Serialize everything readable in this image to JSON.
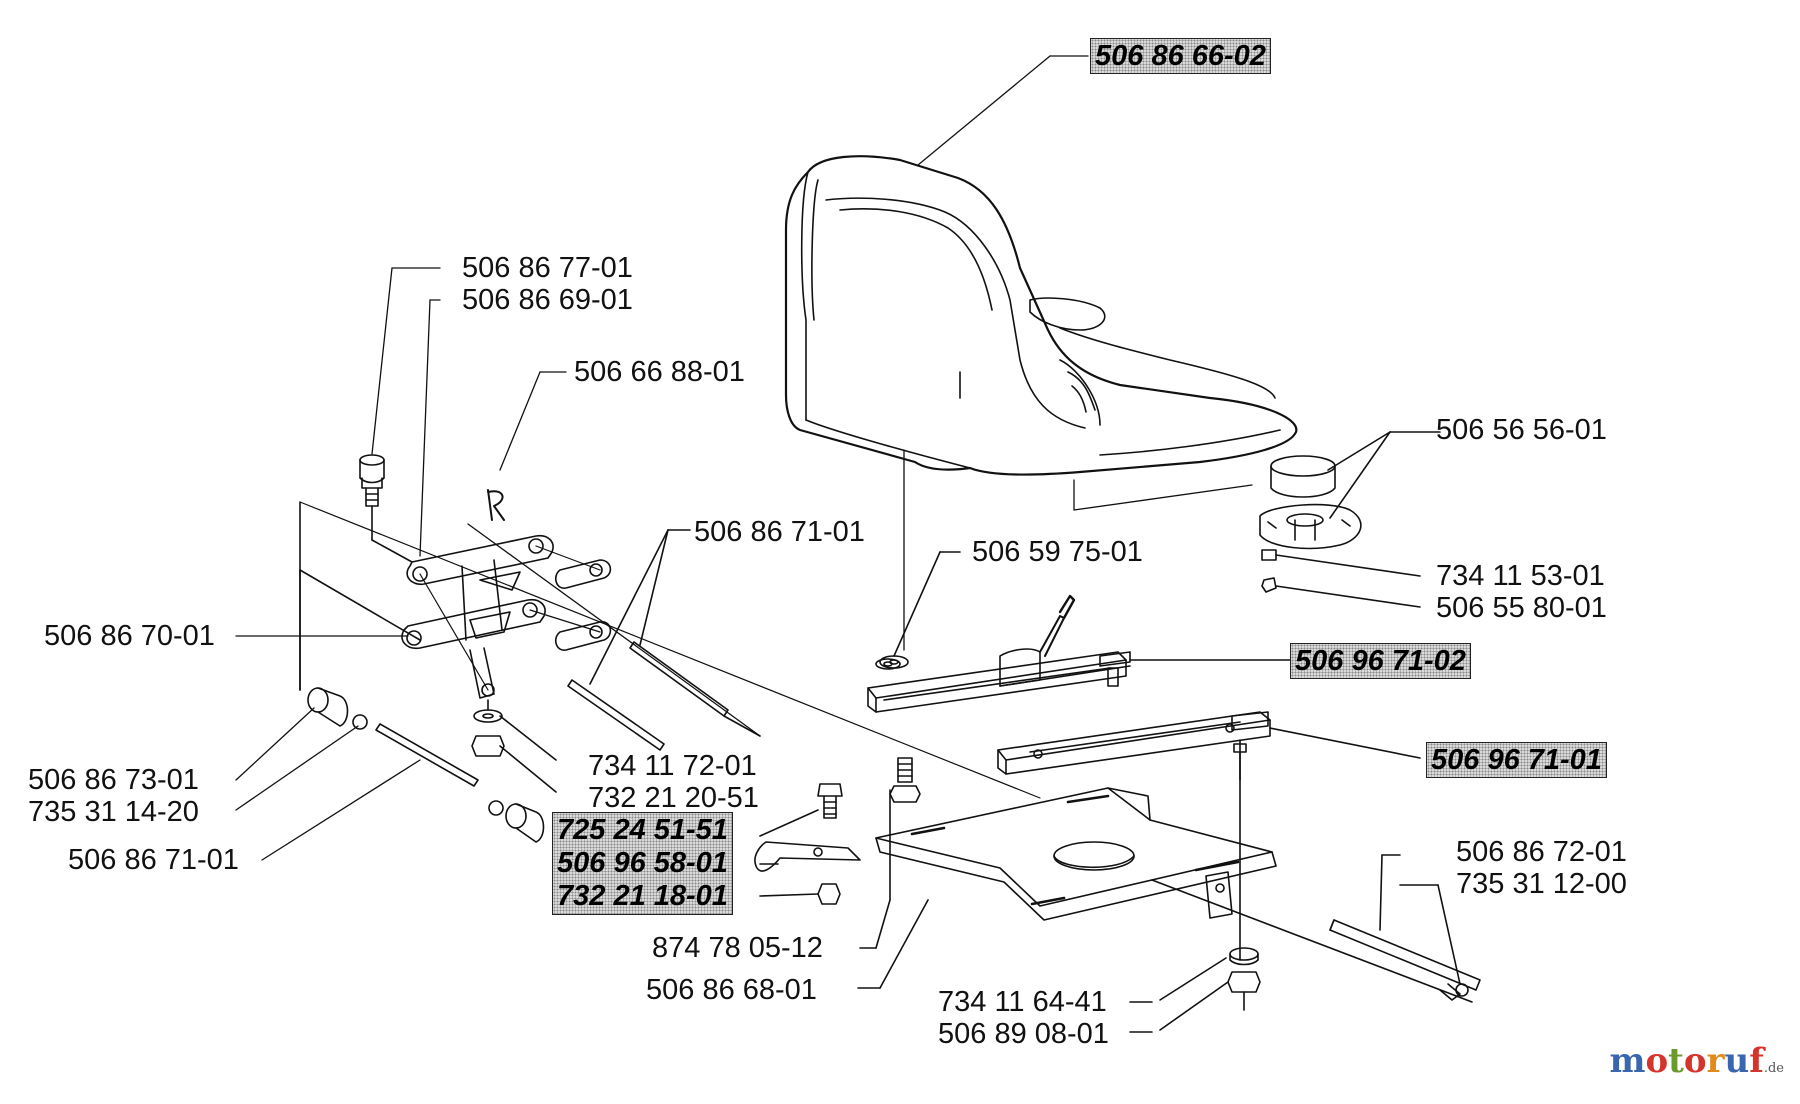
{
  "diagram": {
    "parts": {
      "seat": "506 86 66-02",
      "knob_bolt": "506 86 77-01",
      "knob_sleeve": "506 86 69-01",
      "r_mark_part": "506 66 88-01",
      "shaft_upper": "506 86 71-01",
      "link_arm": "506 86 70-01",
      "spacer": "506 86 73-01",
      "circlip": "735 31 14-20",
      "shaft_lower": "506 86 71-01",
      "washer": "734 11 72-01",
      "nut": "732 21 20-51",
      "screw": "725 24 51-51",
      "latch": "506 96 58-01",
      "locknut": "732 21 18-01",
      "bolt": "874 78 05-12",
      "seat_plate": "506 86 68-01",
      "rubber_cup": "506 56 56-01",
      "damper_washer": "734 11 53-01",
      "damper_nut": "506 55 80-01",
      "washer_top": "506 59 75-01",
      "slide_rail_lever": "506 96 71-02",
      "slide_rail": "506 96 71-01",
      "pivot_pin": "506 86 72-01",
      "pin_clip": "735 31 12-00",
      "plate_washer": "734 11 64-41",
      "plate_nut": "506 89 08-01"
    },
    "r_mark": "R"
  },
  "watermark": {
    "text": "motoruf",
    "suffix": ".de",
    "colors": {
      "m": "#3a66b0",
      "o": "#d4342b",
      "t": "#6a9a2c",
      "r": "#e08b1c",
      "u": "#3a66b0",
      "f": "#d4342b"
    }
  }
}
